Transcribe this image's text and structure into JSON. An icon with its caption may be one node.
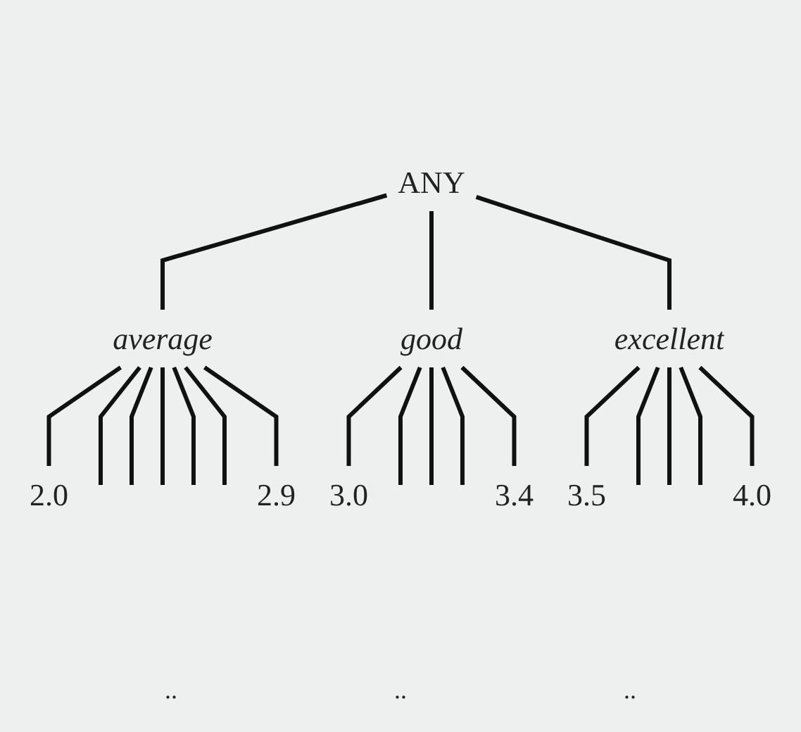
{
  "diagram": {
    "nodes": [
      {
        "text": [
          "ANY"
        ]
      },
      {
        "text": [
          "average"
        ]
      },
      {
        "text": [
          "good"
        ]
      },
      {
        "text": [
          "excellent"
        ]
      },
      {
        "text": [
          "2.0"
        ]
      },
      {
        "text": [
          "2.9"
        ]
      },
      {
        "text": [
          "3.0"
        ]
      },
      {
        "text": [
          "3.4"
        ]
      },
      {
        "text": [
          "3.5"
        ]
      },
      {
        "text": [
          "4.0"
        ]
      }
    ],
    "edges": [
      {
        "from": 0,
        "to": 1,
        "arrow": "none"
      },
      {
        "from": 0,
        "to": 2,
        "arrow": "none"
      },
      {
        "from": 0,
        "to": 3,
        "arrow": "none"
      },
      {
        "from": 1,
        "to": 4,
        "arrow": "none"
      },
      {
        "from": 1,
        "to": null,
        "arrow": "none"
      },
      {
        "from": 1,
        "to": null,
        "arrow": "none"
      },
      {
        "from": 1,
        "to": null,
        "arrow": "none"
      },
      {
        "from": 1,
        "to": null,
        "arrow": "none"
      },
      {
        "from": 1,
        "to": null,
        "arrow": "none"
      },
      {
        "from": 1,
        "to": 5,
        "arrow": "none"
      },
      {
        "from": 2,
        "to": 6,
        "arrow": "none"
      },
      {
        "from": 2,
        "to": null,
        "arrow": "none"
      },
      {
        "from": 2,
        "to": null,
        "arrow": "none"
      },
      {
        "from": 2,
        "to": null,
        "arrow": "none"
      },
      {
        "from": 2,
        "to": 7,
        "arrow": "none"
      },
      {
        "from": 3,
        "to": 8,
        "arrow": "none"
      },
      {
        "from": 3,
        "to": null,
        "arrow": "none"
      },
      {
        "from": 3,
        "to": null,
        "arrow": "none"
      },
      {
        "from": 3,
        "to": null,
        "arrow": "none"
      },
      {
        "from": 3,
        "to": 9,
        "arrow": "none"
      }
    ],
    "labels": [
      "..",
      "..",
      ".."
    ]
  }
}
